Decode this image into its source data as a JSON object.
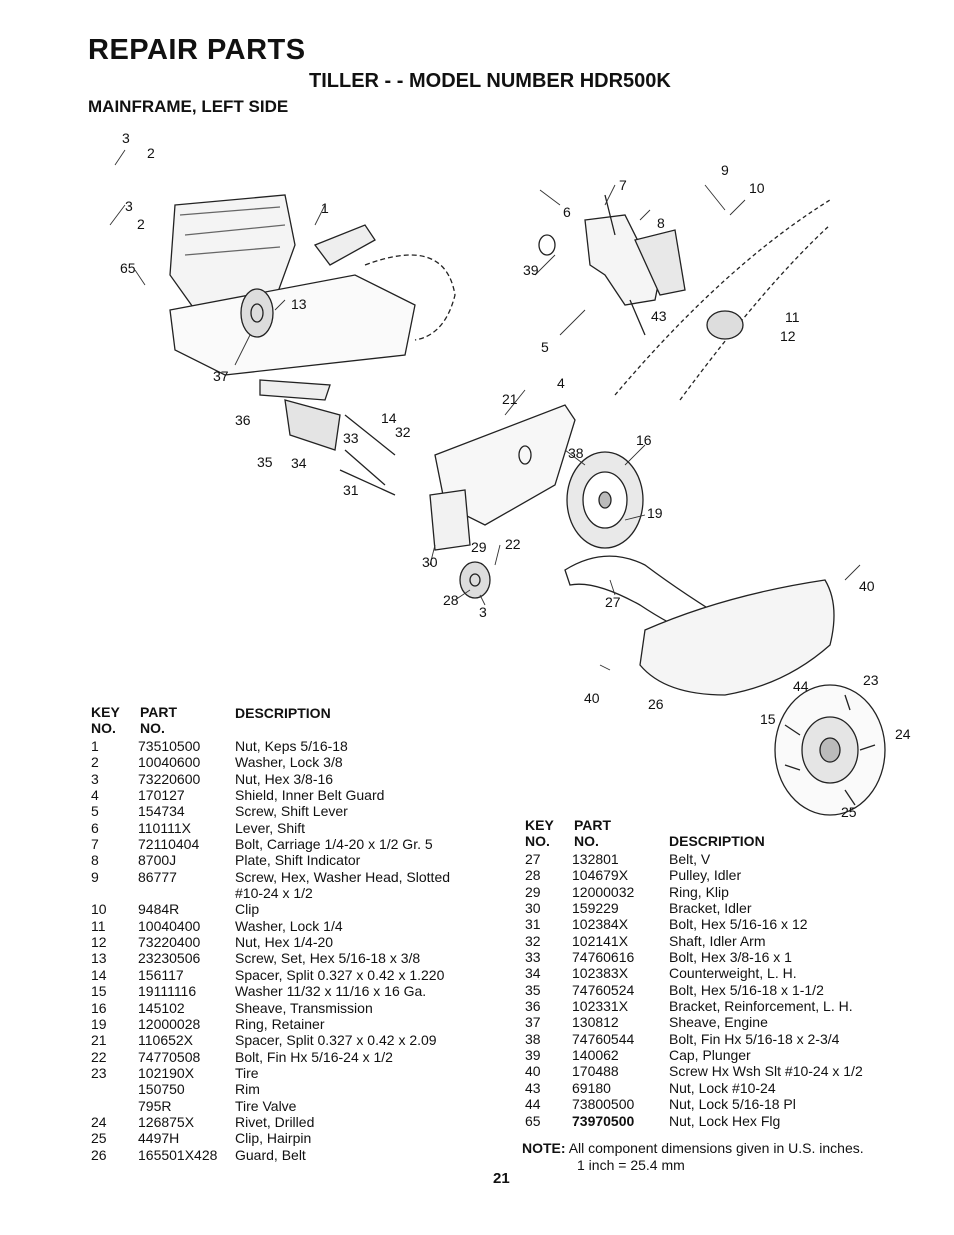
{
  "header": {
    "title": "REPAIR PARTS",
    "model": "TILLER - - MODEL NUMBER HDR500K",
    "section": "MAINFRAME, LEFT SIDE"
  },
  "callouts": [
    "3",
    "2",
    "3",
    "2",
    "65",
    "1",
    "13",
    "37",
    "36",
    "35",
    "34",
    "31",
    "14",
    "33",
    "32",
    "7",
    "6",
    "8",
    "9",
    "10",
    "39",
    "43",
    "5",
    "11",
    "12",
    "4",
    "21",
    "16",
    "38",
    "19",
    "29",
    "22",
    "30",
    "28",
    "3",
    "27",
    "40",
    "40",
    "26",
    "44",
    "23",
    "15",
    "24",
    "25"
  ],
  "table_left": {
    "key_label": "KEY",
    "no_label": "NO.",
    "part_label": "PART",
    "part_no_label": "NO.",
    "description_label": "DESCRIPTION",
    "rows": [
      {
        "key": "1",
        "part": "73510500",
        "desc": "Nut, Keps 5/16-18"
      },
      {
        "key": "2",
        "part": "10040600",
        "desc": "Washer, Lock 3/8"
      },
      {
        "key": "3",
        "part": "73220600",
        "desc": "Nut, Hex 3/8-16"
      },
      {
        "key": "4",
        "part": "170127",
        "desc": "Shield, Inner Belt Guard"
      },
      {
        "key": "5",
        "part": "154734",
        "desc": "Screw, Shift Lever"
      },
      {
        "key": "6",
        "part": "110111X",
        "desc": "Lever, Shift"
      },
      {
        "key": "7",
        "part": "72110404",
        "desc": "Bolt, Carriage 1/4-20 x 1/2 Gr. 5"
      },
      {
        "key": "8",
        "part": "8700J",
        "desc": "Plate, Shift Indicator"
      },
      {
        "key": "9",
        "part": "86777",
        "desc": "Screw, Hex, Washer Head, Slotted"
      },
      {
        "key": "",
        "part": "",
        "desc": "#10-24 x 1/2"
      },
      {
        "key": "10",
        "part": "9484R",
        "desc": "Clip"
      },
      {
        "key": "11",
        "part": "10040400",
        "desc": "Washer, Lock 1/4"
      },
      {
        "key": "12",
        "part": "73220400",
        "desc": "Nut, Hex 1/4-20"
      },
      {
        "key": "13",
        "part": "23230506",
        "desc": "Screw, Set, Hex 5/16-18 x 3/8"
      },
      {
        "key": "14",
        "part": "156117",
        "desc": "Spacer, Split 0.327 x 0.42 x 1.220"
      },
      {
        "key": "15",
        "part": "19111116",
        "desc": "Washer 11/32 x 11/16 x 16 Ga."
      },
      {
        "key": "16",
        "part": "145102",
        "desc": "Sheave, Transmission"
      },
      {
        "key": "19",
        "part": "12000028",
        "desc": "Ring, Retainer"
      },
      {
        "key": "21",
        "part": "110652X",
        "desc": "Spacer, Split 0.327 x 0.42 x 2.09"
      },
      {
        "key": "22",
        "part": "74770508",
        "desc": "Bolt, Fin Hx 5/16-24 x 1/2"
      },
      {
        "key": "23",
        "part": "102190X",
        "desc": "Tire"
      },
      {
        "key": "",
        "part": "150750",
        "desc": "Rim"
      },
      {
        "key": "",
        "part": "795R",
        "desc": "Tire Valve"
      },
      {
        "key": "24",
        "part": "126875X",
        "desc": "Rivet, Drilled"
      },
      {
        "key": "25",
        "part": "4497H",
        "desc": "Clip, Hairpin"
      },
      {
        "key": "26",
        "part": "165501X428",
        "desc": "Guard, Belt"
      }
    ]
  },
  "table_right": {
    "key_label": "KEY",
    "no_label": "NO.",
    "part_label": "PART",
    "part_no_label": "NO.",
    "description_label": "DESCRIPTION",
    "rows": [
      {
        "key": "27",
        "part": "132801",
        "desc": "Belt, V"
      },
      {
        "key": "28",
        "part": "104679X",
        "desc": "Pulley, Idler"
      },
      {
        "key": "29",
        "part": "12000032",
        "desc": "Ring, Klip"
      },
      {
        "key": "30",
        "part": "159229",
        "desc": "Bracket, Idler"
      },
      {
        "key": "31",
        "part": "102384X",
        "desc": "Bolt, Hex 5/16-16 x 12"
      },
      {
        "key": "32",
        "part": "102141X",
        "desc": "Shaft, Idler Arm"
      },
      {
        "key": "33",
        "part": "74760616",
        "desc": "Bolt, Hex 3/8-16 x 1"
      },
      {
        "key": "34",
        "part": "102383X",
        "desc": "Counterweight, L. H."
      },
      {
        "key": "35",
        "part": "74760524",
        "desc": "Bolt, Hex 5/16-18 x 1-1/2"
      },
      {
        "key": "36",
        "part": "102331X",
        "desc": "Bracket, Reinforcement, L. H."
      },
      {
        "key": "37",
        "part": "130812",
        "desc": "Sheave, Engine"
      },
      {
        "key": "38",
        "part": "74760544",
        "desc": "Bolt, Fin Hx 5/16-18 x 2-3/4"
      },
      {
        "key": "39",
        "part": "140062",
        "desc": "Cap, Plunger"
      },
      {
        "key": "40",
        "part": "170488",
        "desc": "Screw Hx Wsh Slt #10-24 x 1/2"
      },
      {
        "key": "43",
        "part": "69180",
        "desc": "Nut, Lock #10-24"
      },
      {
        "key": "44",
        "part": "73800500",
        "desc": "Nut, Lock 5/16-18 Pl"
      },
      {
        "key": "65",
        "part": "73970500",
        "desc": "Nut, Lock Hex Flg"
      }
    ]
  },
  "note": {
    "label": "NOTE:",
    "text": "All component dimensions given in U.S. inches.",
    "line2": "1 inch = 25.4 mm"
  },
  "page_number": "21"
}
